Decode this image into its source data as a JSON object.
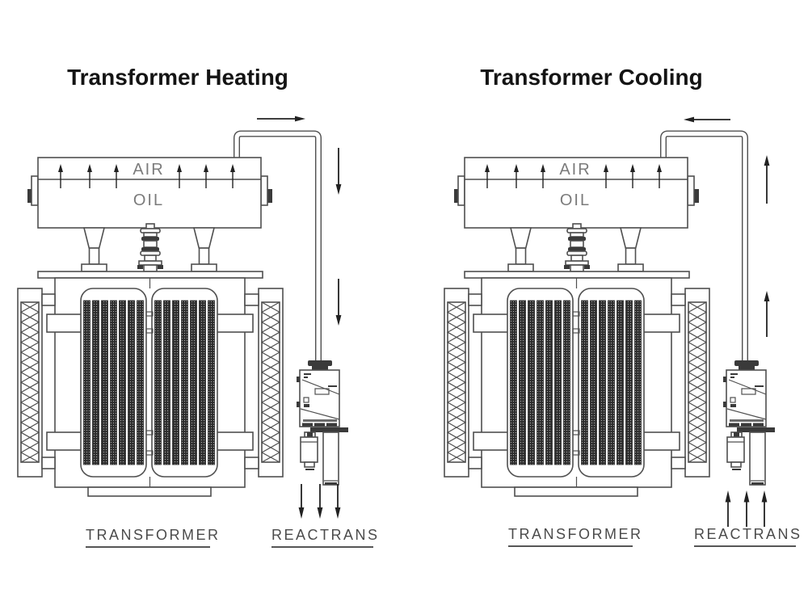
{
  "page": {
    "background": "#ffffff"
  },
  "colors": {
    "line": "#4f4f4f",
    "arrow": "#222222",
    "title_text": "#141414",
    "tank_label_text": "#7b7b7b",
    "caption_text": "#4b4b4b",
    "radiator_fill": "#2d2d2d"
  },
  "diagrams": [
    {
      "id": "heating",
      "title": "Transformer Heating",
      "conservator": {
        "air_label": "AIR",
        "oil_label": "OIL"
      },
      "captions": {
        "transformer": "TRANSFORMER",
        "reactrans": "REACTRANS"
      },
      "flow": {
        "top_pipe_arrow": "right",
        "vertical_pipe_arrows": "down",
        "reactrans_outlet_arrows": "down"
      }
    },
    {
      "id": "cooling",
      "title": "Transformer Cooling",
      "conservator": {
        "air_label": "AIR",
        "oil_label": "OIL"
      },
      "captions": {
        "transformer": "TRANSFORMER",
        "reactrans": "REACTRANS"
      },
      "flow": {
        "top_pipe_arrow": "left",
        "vertical_pipe_arrows": "up",
        "reactrans_outlet_arrows": "up"
      }
    }
  ]
}
